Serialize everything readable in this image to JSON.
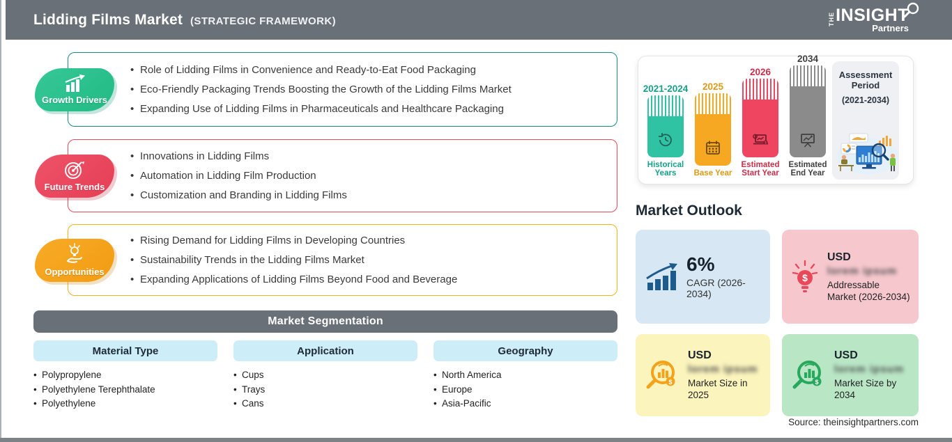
{
  "header": {
    "title": "Lidding Films Market",
    "subtitle": "(STRATEGIC FRAMEWORK)",
    "logo": {
      "the": "The",
      "insight": "INSIGHT",
      "partners": "Partners"
    }
  },
  "sections": [
    {
      "label": "Growth Drivers",
      "icon": "growth-chart-icon",
      "bullets": [
        "Role of Lidding Films in Convenience and Ready-to-Eat Food Packaging",
        "Eco-Friendly Packaging Trends Boosting the Growth of the Lidding Films Market",
        "Expanding Use of Lidding Films in Pharmaceuticals and Healthcare Packaging"
      ]
    },
    {
      "label": "Future Trends",
      "icon": "target-icon",
      "bullets": [
        "Innovations in Lidding Films",
        "Automation in Lidding Film Production",
        "Customization and Branding in Lidding Films"
      ]
    },
    {
      "label": "Opportunities",
      "icon": "bulb-hand-icon",
      "bullets": [
        "Rising Demand for Lidding Films in Developing Countries",
        "Sustainability Trends in the Lidding Films Market",
        "Expanding Applications of Lidding Films Beyond Food and Beverage"
      ]
    }
  ],
  "segmentation": {
    "title": "Market Segmentation",
    "columns": [
      {
        "header": "Material Type",
        "items": [
          "Polypropylene",
          "Polyethylene Terephthalate",
          "Polyethylene"
        ]
      },
      {
        "header": "Application",
        "items": [
          "Cups",
          "Trays",
          "Cans"
        ]
      },
      {
        "header": "Geography",
        "items": [
          "North America",
          "Europe",
          "Asia-Pacific"
        ]
      }
    ]
  },
  "timeline": {
    "bars": [
      {
        "year": "2021-2024",
        "label": "Historical Years",
        "icon": "history-clock-icon",
        "color": "#2fc3a4"
      },
      {
        "year": "2025",
        "label": "Base Year",
        "icon": "calendar-icon",
        "color": "#f7a822"
      },
      {
        "year": "2026",
        "label": "Estimated Start Year",
        "icon": "laptop-analytics-icon",
        "color": "#ef4560"
      },
      {
        "year": "2034",
        "label": "Estimated End Year",
        "icon": "presentation-icon",
        "color": "#8b8b8b"
      }
    ],
    "assessment": {
      "title": "Assessment Period",
      "range": "(2021-2034)",
      "illustration": "analysts-dashboard-illustration"
    }
  },
  "outlook": {
    "title": "Market Outlook",
    "cards": [
      {
        "icon": "growth-bars-arrow-icon",
        "value": "6%",
        "label": "CAGR (2026-2034)",
        "bg": "#d7e8f4"
      },
      {
        "icon": "dollar-bulb-icon",
        "currency": "USD",
        "masked_value": "lorem ipsum",
        "label": "Addressable Market (2026-2034)",
        "bg": "#f6c8ce"
      },
      {
        "icon": "magnifier-chart-icon",
        "currency": "USD",
        "masked_value": "lorem ipsum",
        "label": "Market Size in 2025",
        "bg": "#fbf4bd"
      },
      {
        "icon": "magnifier-chart-icon",
        "currency": "USD",
        "masked_value": "lorem ipsum",
        "label": "Market Size by 2034",
        "bg": "#b9e7c6"
      }
    ]
  },
  "source": "Source: theinsightpartners.com",
  "colors": {
    "header_bg": "#6a7077",
    "growth_badge": "#2bc08d",
    "growth_border": "#12907d",
    "trends_badge": "#e8495c",
    "trends_border": "#e8495c",
    "opportunities_badge": "#f6a31d",
    "opportunities_border": "#f2b218",
    "segmentation_bar": "#6a7077",
    "column_header_bg": "#cdedf8",
    "bar_teal": "#2fc3a4",
    "bar_orange": "#f7a822",
    "bar_red": "#ef4560",
    "bar_gray": "#8b8b8b",
    "card_blue": "#d7e8f4",
    "card_pink": "#f6c8ce",
    "card_yellow": "#fbf4bd",
    "card_green": "#b9e7c6",
    "cagr_icon_blue": "#1d5b8d"
  }
}
